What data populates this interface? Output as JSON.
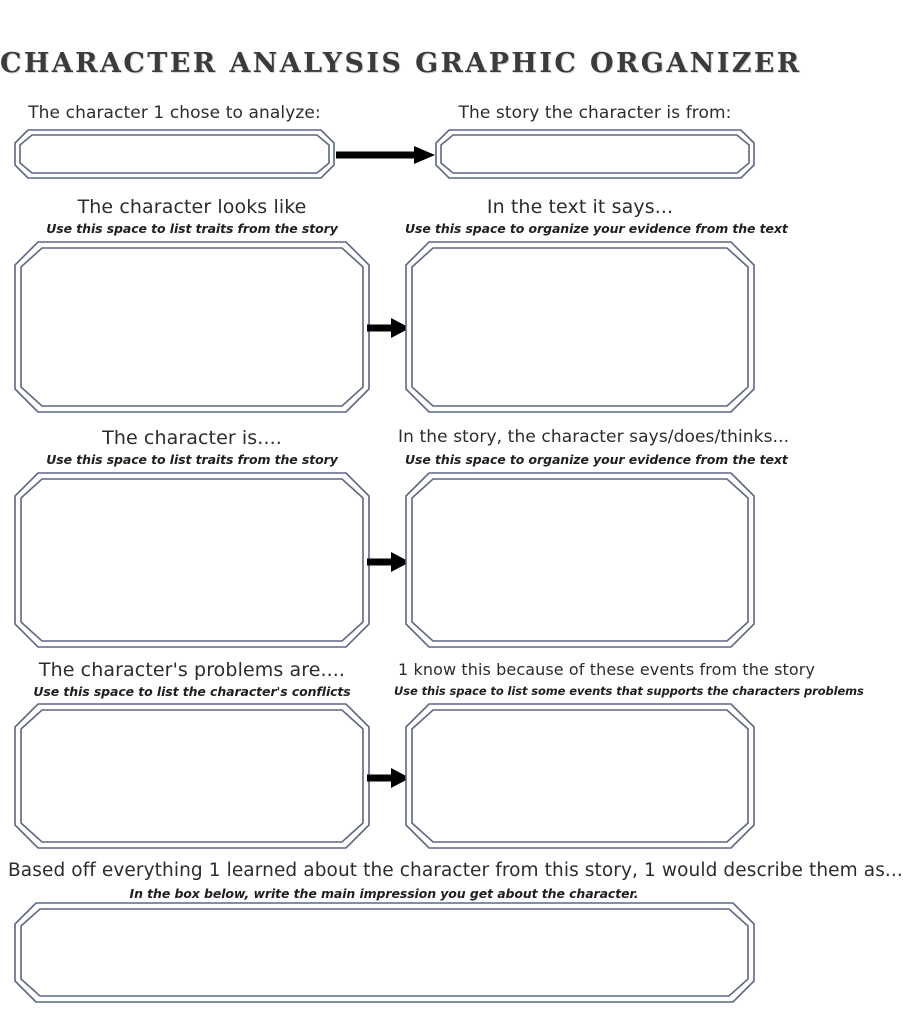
{
  "document": {
    "title": "CHARACTER ANALYSIS GRAPHIC ORGANIZER",
    "accent_color": "#5d6785",
    "title_color": "#3b3b3b",
    "arrow_color": "#000000",
    "page_background": "#ffffff"
  },
  "rows": [
    {
      "id": "row-1",
      "left": {
        "heading": "The character 1 chose to analyze:",
        "subheading": "",
        "field_value": ""
      },
      "right": {
        "heading": "The story the character is from:",
        "subheading": "",
        "field_value": ""
      },
      "arrow": "arrow-right-icon"
    },
    {
      "id": "row-2",
      "left": {
        "heading": "The character looks like",
        "subheading": "Use this space to list traits from the story",
        "field_value": ""
      },
      "right": {
        "heading": "In the text it says...",
        "subheading": "Use this space to organize your evidence from the text",
        "field_value": ""
      },
      "arrow": "arrow-right-icon"
    },
    {
      "id": "row-3",
      "left": {
        "heading": "The character is....",
        "subheading": "Use this space to list traits from the story",
        "field_value": ""
      },
      "right": {
        "heading": "In the story, the character says/does/thinks...",
        "subheading": "Use this space to organize your evidence from the text",
        "field_value": ""
      },
      "arrow": "arrow-right-icon"
    },
    {
      "id": "row-4",
      "left": {
        "heading": "The character's problems are....",
        "subheading": "Use this space to list the character's conflicts",
        "field_value": ""
      },
      "right": {
        "heading": "1 know this because of these events from the story",
        "subheading": "Use this space to list some events that supports the characters problems",
        "field_value": ""
      },
      "arrow": "arrow-right-icon"
    }
  ],
  "summary": {
    "heading": "Based off everything 1 learned about the character from this story, 1 would describe them as...",
    "subheading": "In the box below, write the main impression you get about the character.",
    "field_value": ""
  }
}
